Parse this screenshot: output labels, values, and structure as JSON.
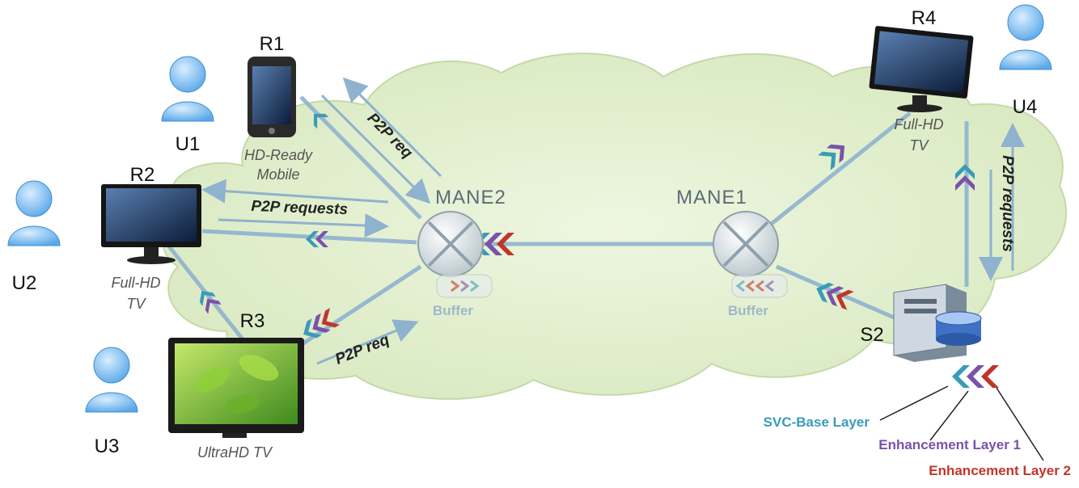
{
  "users": {
    "u1": "U1",
    "u2": "U2",
    "u3": "U3",
    "u4": "U4"
  },
  "receivers": {
    "r1": "R1",
    "r2": "R2",
    "r3": "R3",
    "r4": "R4"
  },
  "devices": {
    "r1_line1": "HD-Ready",
    "r1_line2": "Mobile",
    "r2_line1": "Full-HD",
    "r2_line2": "TV",
    "r3": "UltraHD TV",
    "r4_line1": "Full-HD",
    "r4_line2": "TV"
  },
  "nodes": {
    "mane1": "MANE1",
    "mane2": "MANE2",
    "server": "S2"
  },
  "buffers": {
    "mane1": "Buffer",
    "mane2": "Buffer"
  },
  "requests": {
    "r1": "P2P req",
    "r2": "P2P requests",
    "r3": "P2P req",
    "r4": "P2P requests"
  },
  "legend": {
    "base": "SVC-Base Layer",
    "el1": "Enhancement Layer 1",
    "el2": "Enhancement Layer 2"
  },
  "colors": {
    "base": "#3a9bb8",
    "el1": "#7a52a8",
    "el2": "#c0362c",
    "cloud": "#e3efcf",
    "link": "#8fb2cf"
  }
}
